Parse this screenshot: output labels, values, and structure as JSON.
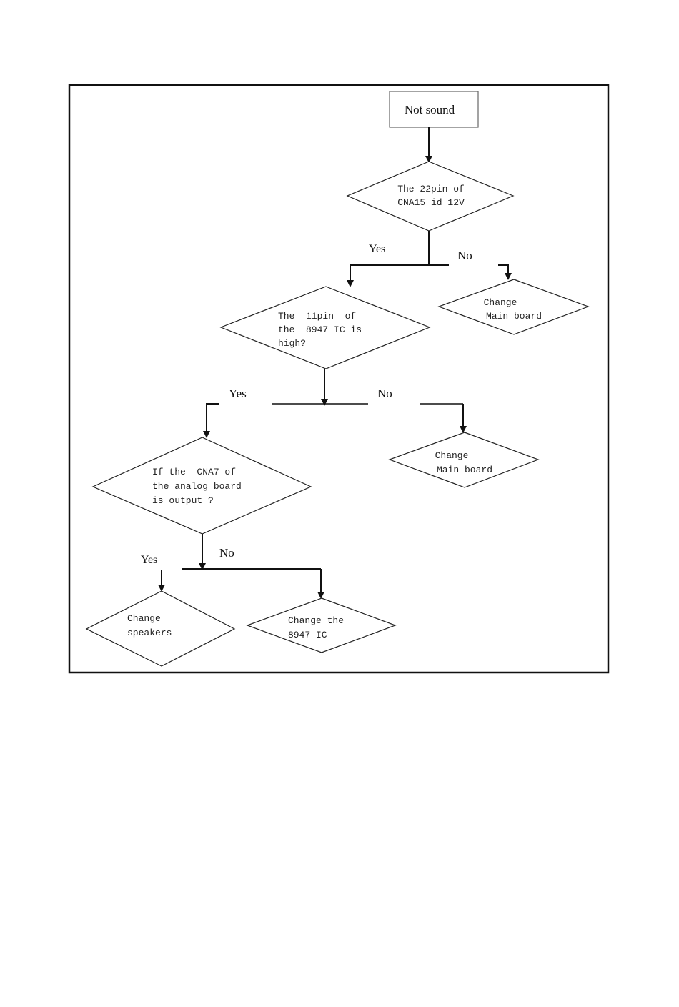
{
  "start": {
    "label": "Not sound"
  },
  "decision1": {
    "line1": "The 22pin of",
    "line2": "CNA15 id 12V",
    "yes": "Yes",
    "no": "No"
  },
  "result1": {
    "line1": "Change",
    "line2": "Main board"
  },
  "decision2": {
    "line1": "The  11pin  of",
    "line2": "the  8947 IC is",
    "line3": "high?",
    "yes": "Yes",
    "no": "No"
  },
  "result2": {
    "line1": "Change",
    "line2": "Main board"
  },
  "decision3": {
    "line1": "If the  CNA7 of",
    "line2": "the analog board",
    "line3": "is output ?",
    "yes": "Yes",
    "no": "No"
  },
  "result3": {
    "line1": "Change",
    "line2": "speakers"
  },
  "result4": {
    "line1": "Change the",
    "line2": "8947 IC"
  }
}
